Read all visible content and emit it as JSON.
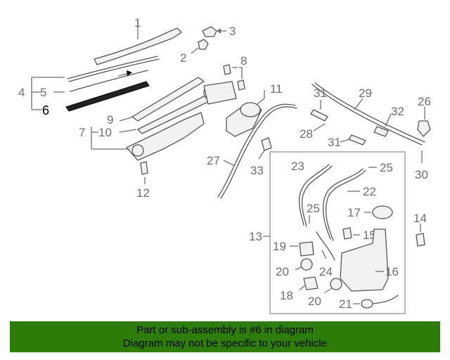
{
  "callouts": {
    "c1": "1",
    "c2": "2",
    "c3": "3",
    "c4": "4",
    "c5": "5",
    "c6": "6",
    "c7": "7",
    "c8": "8",
    "c9": "9",
    "c10": "10",
    "c11": "11",
    "c12": "12",
    "c13": "13",
    "c14": "14",
    "c15": "15",
    "c16": "16",
    "c17": "17",
    "c18": "18",
    "c19": "19",
    "c20a": "20",
    "c20b": "20",
    "c21": "21",
    "c22": "22",
    "c23": "23",
    "c24": "24",
    "c25a": "25",
    "c25b": "25",
    "c26": "26",
    "c27": "27",
    "c28": "28",
    "c29": "29",
    "c30": "30",
    "c31a": "31",
    "c31b": "31",
    "c32": "32",
    "c33": "33"
  },
  "highlight_color": "#2e7d0b",
  "banner": {
    "line1": "Part or sub-assembly is #6 in diagram",
    "line2": "Diagram may not be specific to your vehicle"
  }
}
